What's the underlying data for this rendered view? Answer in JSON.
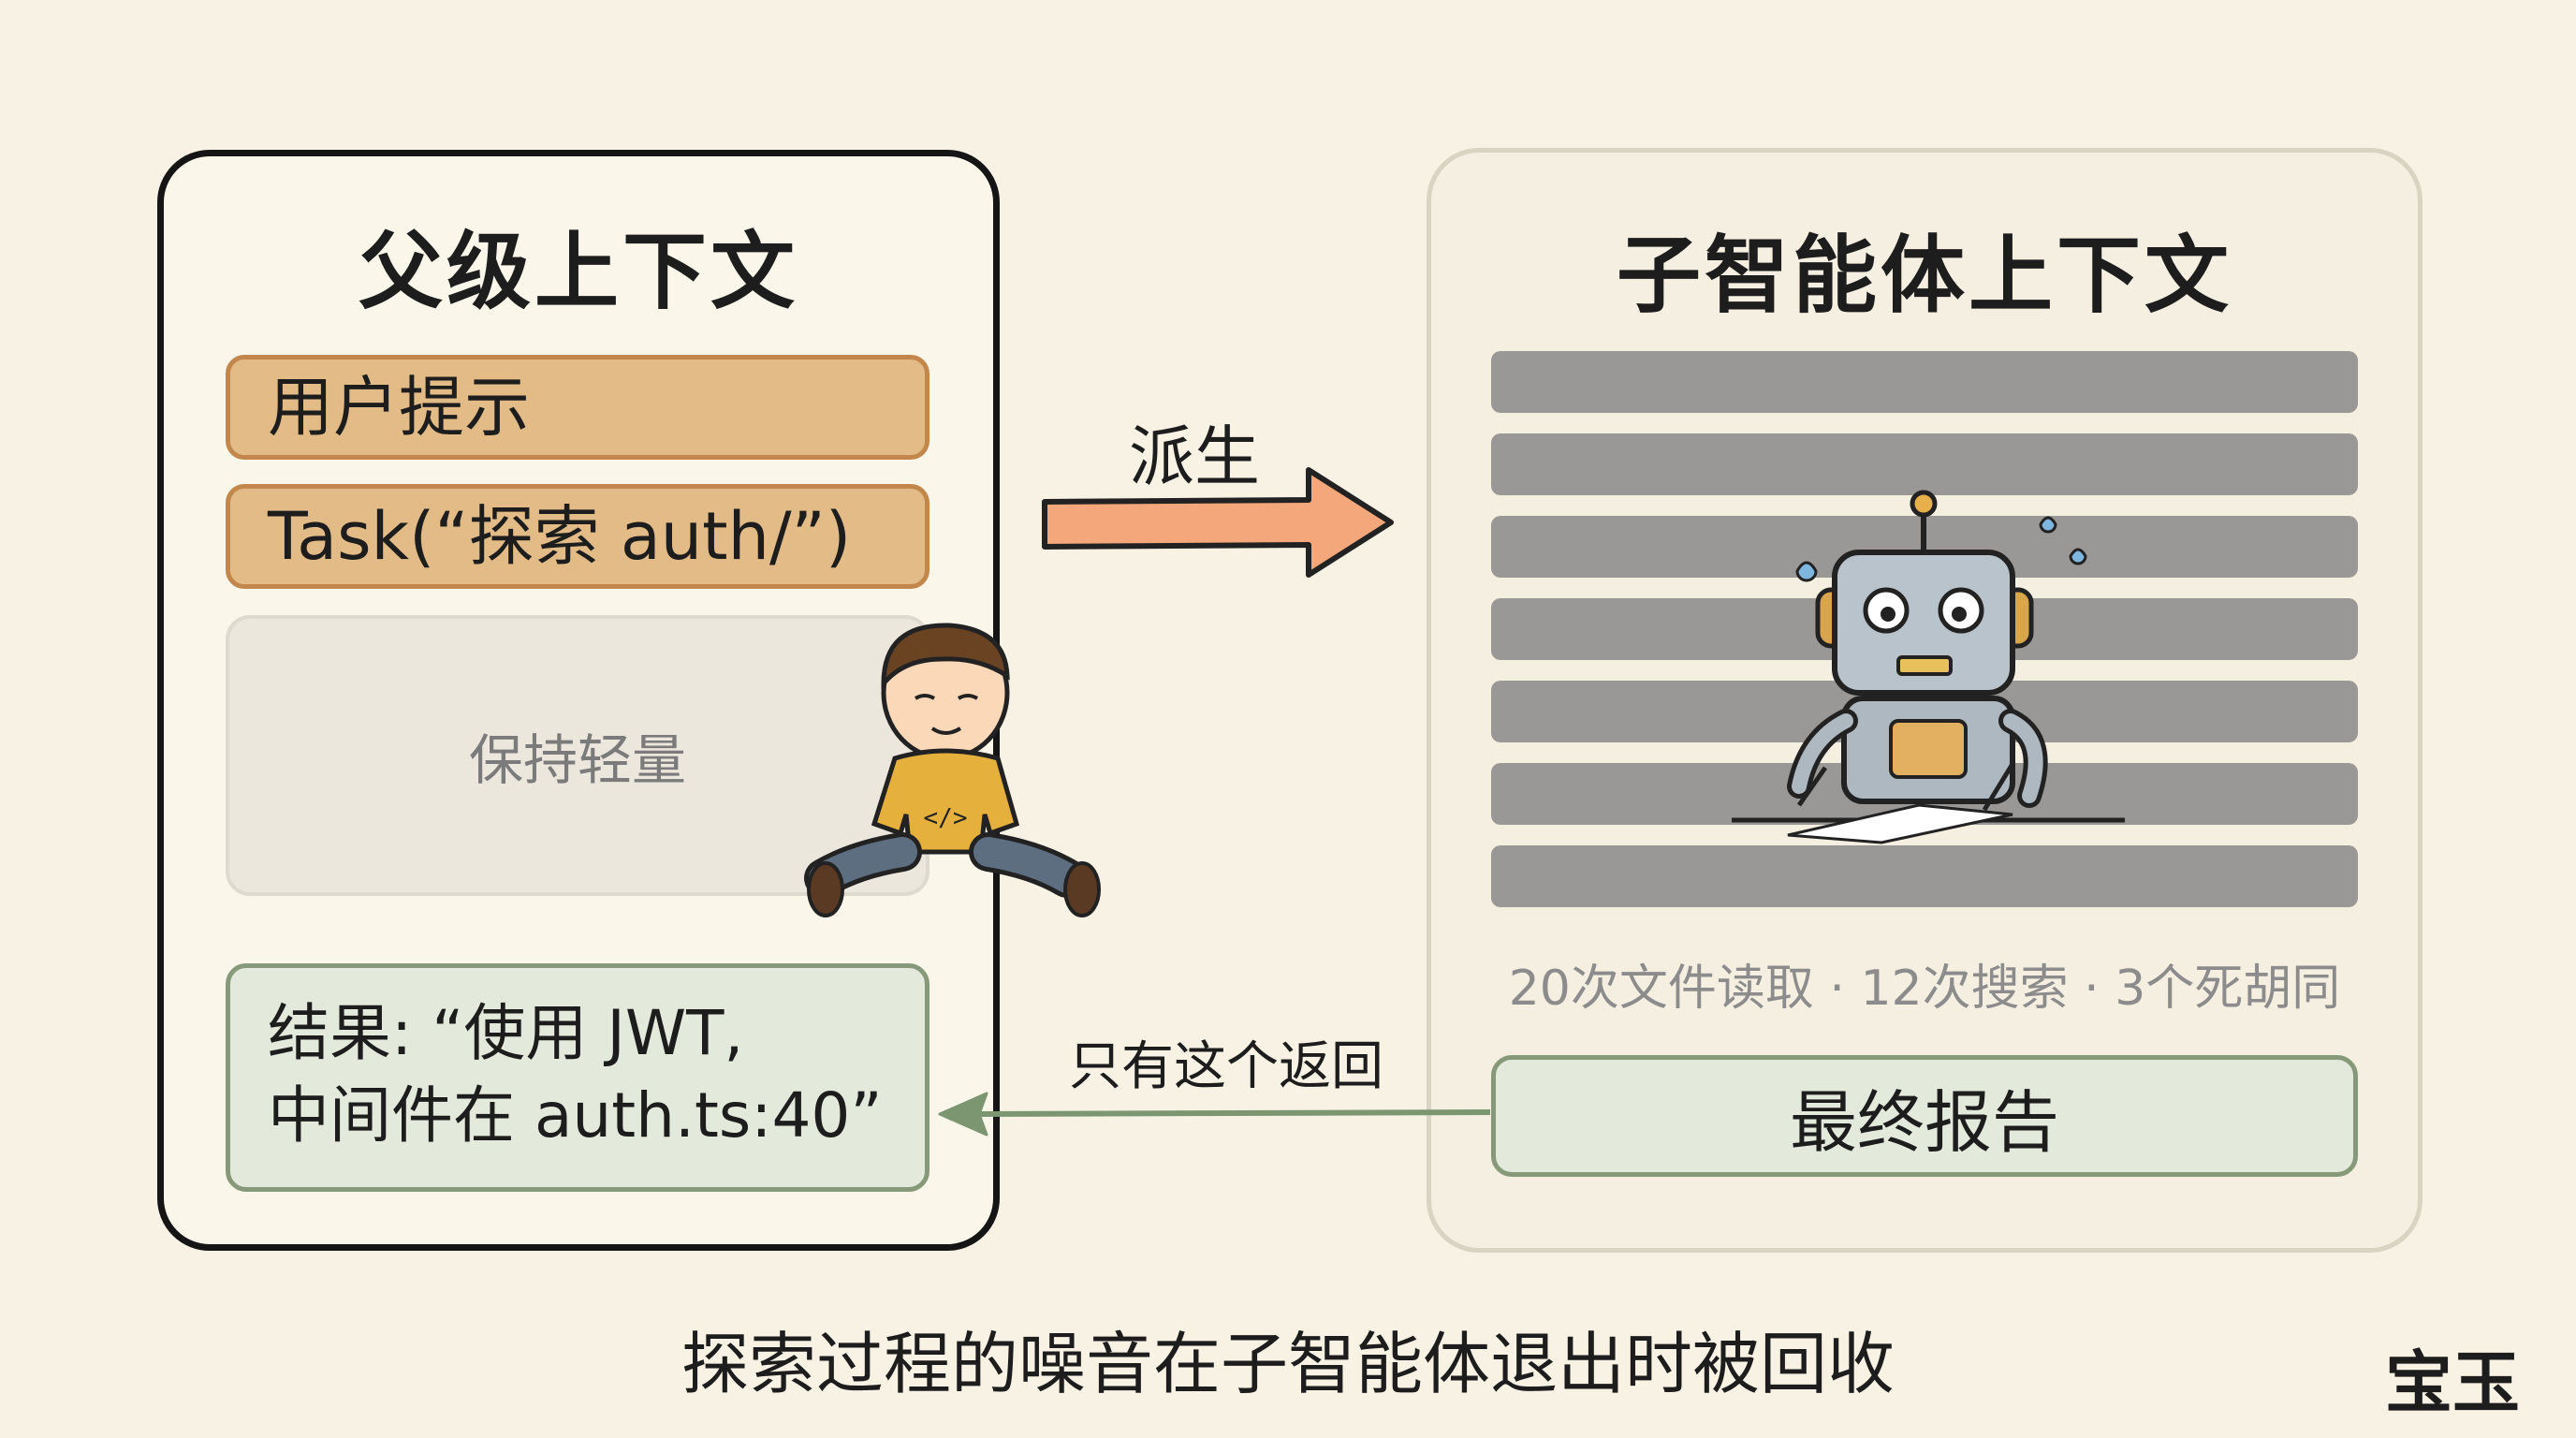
{
  "parent": {
    "title": "父级上下文",
    "user_prompt": "用户提示",
    "task": "Task(“探索 auth/”)",
    "keep_light": "保持轻量",
    "result_line1": "结果: “使用 JWT,",
    "result_line2": "中间件在 auth.ts:40”"
  },
  "child": {
    "title": "子智能体上下文",
    "stats": "20次文件读取 · 12次搜索 · 3个死胡同",
    "final_report": "最终报告"
  },
  "arrows": {
    "spawn": "派生",
    "return_only": "只有这个返回"
  },
  "caption": "探索过程的噪音在子智能体退出时被回收",
  "signature": "宝玉",
  "colors": {
    "orange_box": "#e2bb87",
    "green_box": "#e4eadb",
    "stripe_gray": "#9a9896",
    "spawn_arrow": "#f4a77a",
    "return_arrow": "#7d9672"
  },
  "icons": [
    "boy-illustration",
    "robot-illustration"
  ]
}
